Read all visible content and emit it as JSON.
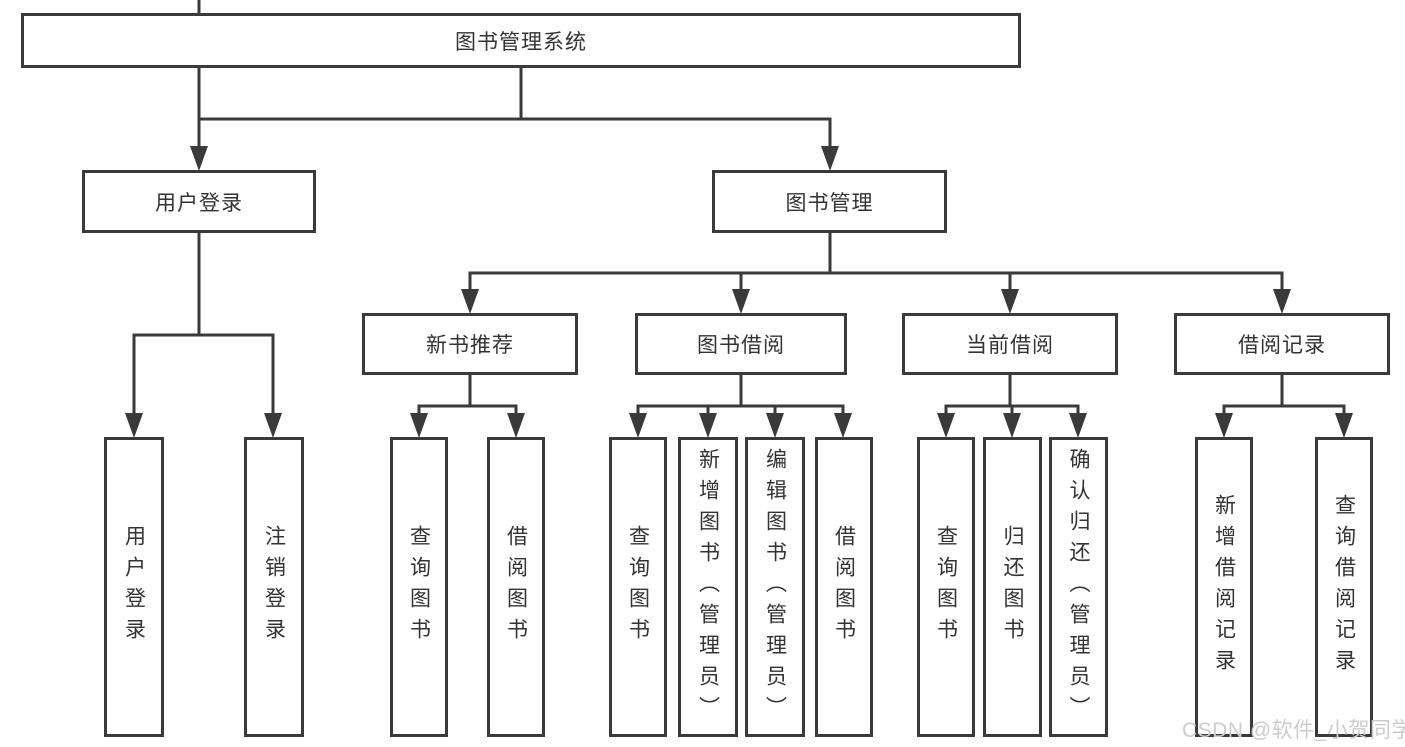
{
  "tree": {
    "root": {
      "label": "图书管理系统"
    },
    "branches": [
      {
        "label": "用户登录",
        "children": [
          {
            "label": "用户登录"
          },
          {
            "label": "注销登录"
          }
        ]
      },
      {
        "label": "图书管理",
        "children": [
          {
            "label": "新书推荐",
            "children": [
              {
                "label": "查询图书"
              },
              {
                "label": "借阅图书"
              }
            ]
          },
          {
            "label": "图书借阅",
            "children": [
              {
                "label": "查询图书"
              },
              {
                "label": "新增图书（管理员）"
              },
              {
                "label": "编辑图书（管理员）"
              },
              {
                "label": "借阅图书"
              }
            ]
          },
          {
            "label": "当前借阅",
            "children": [
              {
                "label": "查询图书"
              },
              {
                "label": "归还图书"
              },
              {
                "label": "确认归还（管理员）"
              }
            ]
          },
          {
            "label": "借阅记录",
            "children": [
              {
                "label": "新增借阅记录"
              },
              {
                "label": "查询借阅记录"
              }
            ]
          }
        ]
      }
    ]
  },
  "watermark": {
    "text": "CSDN @软件_小贺同学"
  },
  "colors": {
    "line": "#3a3a3a",
    "text": "#333333",
    "background": "#ffffff",
    "watermark": "#cccccc"
  }
}
